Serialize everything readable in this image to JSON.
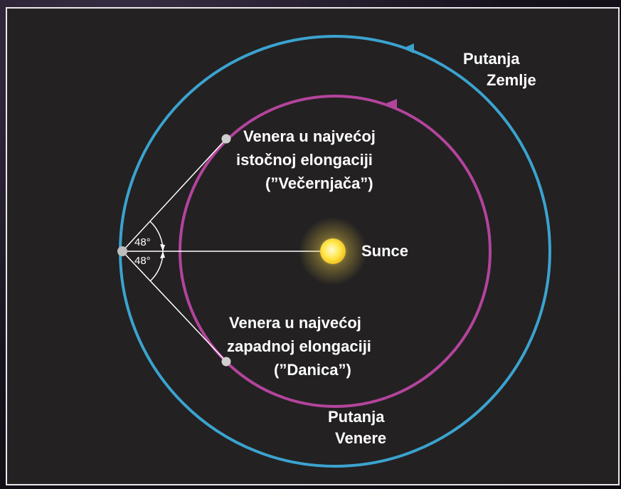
{
  "diagram": {
    "earth_orbit_label": [
      "Putanja",
      "Zemlje"
    ],
    "venus_orbit_label": [
      "Putanja",
      "Venere"
    ],
    "sun_label": "Sunce",
    "east_elongation_label": [
      "Venera u najvećoj",
      "istočnoj elongaciji",
      "(”Večernjača”)"
    ],
    "west_elongation_label": [
      "Venera u najvećoj",
      "zapadnoj elongaciji",
      "(”Danica”)"
    ],
    "angle_upper": "48°",
    "angle_lower": "48°",
    "colors": {
      "background": "#232122",
      "earth_orbit": "#3ba3cf",
      "venus_orbit": "#b3449c",
      "sun": "#ffe65a",
      "sight_lines": "#ffffff"
    }
  }
}
